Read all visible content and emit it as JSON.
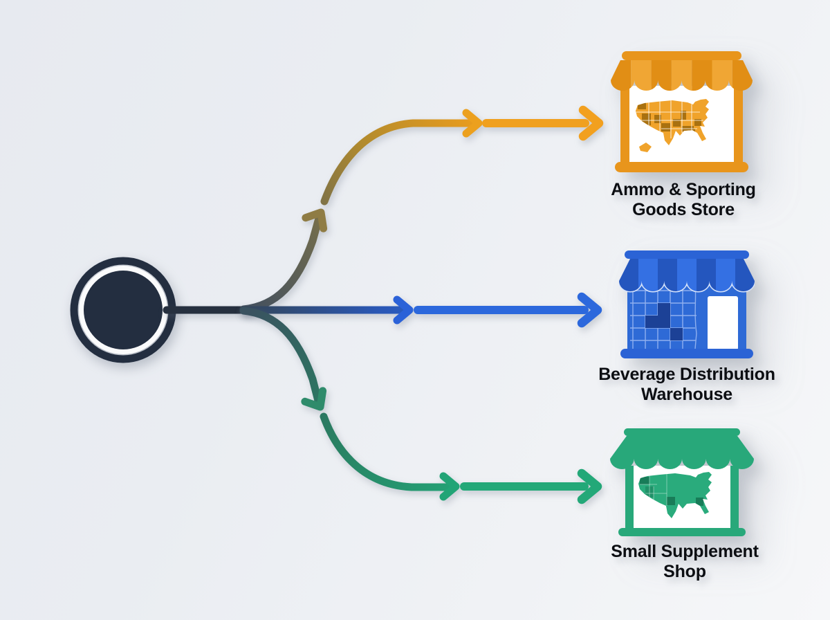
{
  "diagram": {
    "type": "branching-flow",
    "source_node": {
      "shape": "ringed-circle",
      "color": "#232E40"
    },
    "background": {
      "gradient_from": "#E7EAF0",
      "gradient_to": "#F6F7F9"
    },
    "branches": [
      {
        "name": "ammo-sporting-goods-store",
        "label_line1": "Ammo & Sporting",
        "label_line2": "Goods Store",
        "arrow_color": "#F2A01F",
        "arrow_start_color": "#44505E",
        "store_color": "#E8951C",
        "awning_stripe_dark": "#E18E15",
        "awning_stripe_light": "#F0A634",
        "map_color": "#F0A32B",
        "map_dark_color": "#A97110",
        "icon": "storefront-us-map-orange-icon"
      },
      {
        "name": "beverage-distribution-warehouse",
        "label_line1": "Beverage Distribution",
        "label_line2": "Warehouse",
        "arrow_color": "#2C68DC",
        "arrow_start_color": "#344658",
        "store_color": "#2B63D5",
        "awning_stripe_dark": "#2456BE",
        "awning_stripe_light": "#3470E3",
        "map_color": "#2E6AD6",
        "map_dark_color": "#1C4196",
        "icon": "storefront-county-grid-blue-icon"
      },
      {
        "name": "small-supplement-shop",
        "label_line1": "Small Supplement",
        "label_line2": "Shop",
        "arrow_color": "#23A878",
        "arrow_start_color": "#3A5260",
        "store_color": "#28A87A",
        "awning_stripe_dark": "#28A87A",
        "awning_stripe_light": "#28A87A",
        "map_color": "#2AAB7C",
        "map_dark_color": "#187C58",
        "icon": "storefront-us-map-green-icon"
      }
    ]
  }
}
